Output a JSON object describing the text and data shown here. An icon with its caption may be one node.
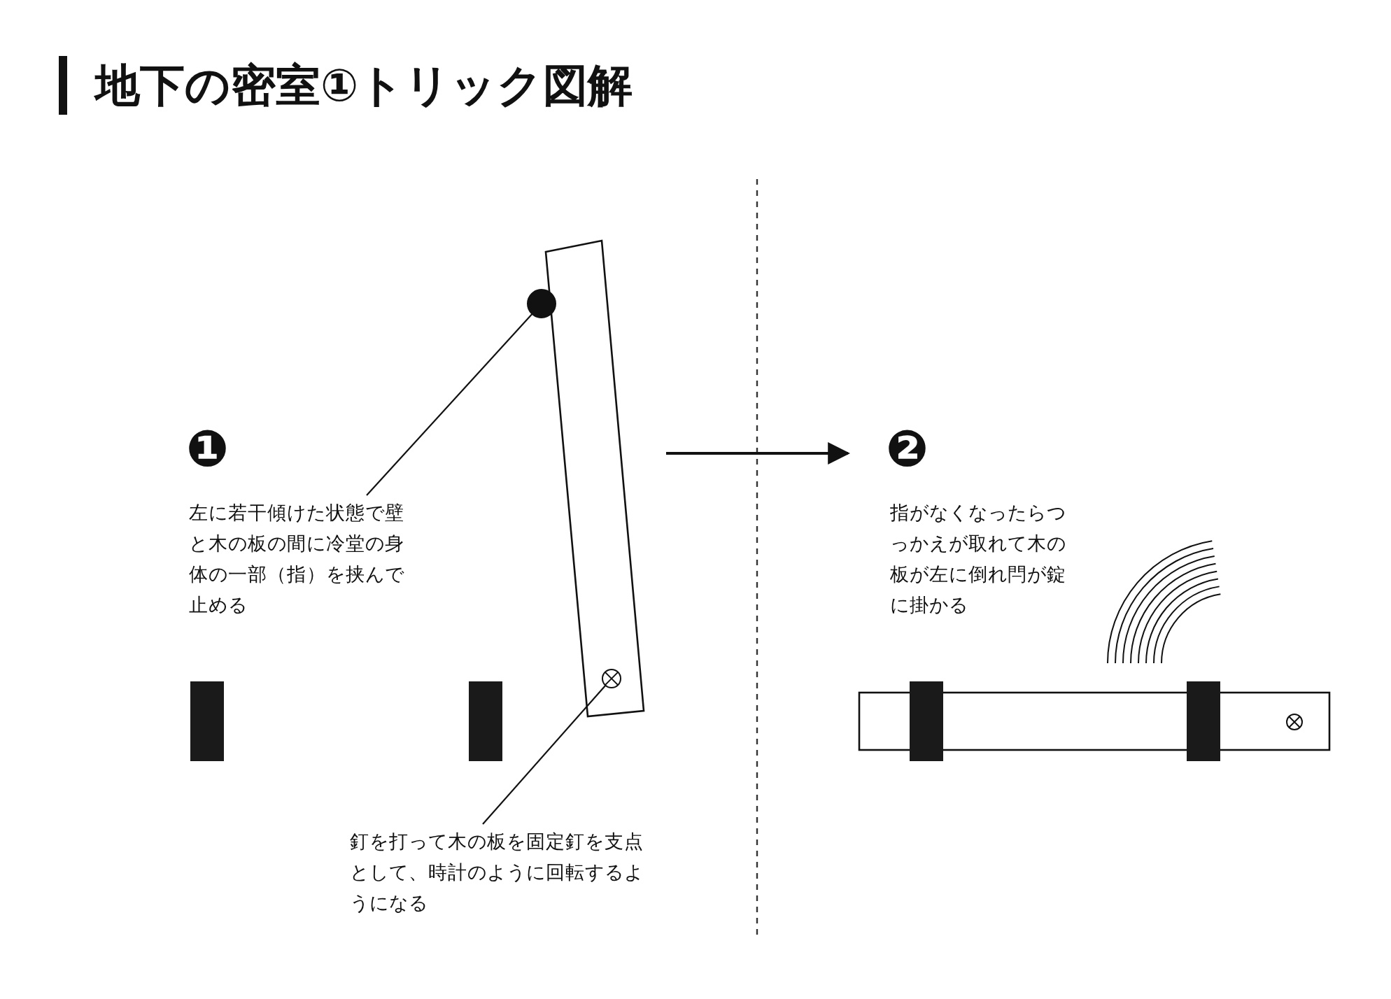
{
  "diagram": {
    "title": "地下の密室①トリック図解",
    "nodes": [
      {
        "text": [
          "左に若干傾けた状態で壁と木の板の間に冷堂の身体の一部（指）を挟んで止める"
        ]
      },
      {
        "text": [],
        "shape": "circle"
      },
      {
        "text": [
          "釘を打って木の板を固定釘を支点として、時計のように回転するようになる"
        ]
      },
      {
        "text": [],
        "shape": "circle"
      }
    ],
    "edges": [
      {
        "from": 0,
        "to": 1,
        "arrow": "none"
      },
      {
        "from": 2,
        "to": 3,
        "arrow": "none"
      }
    ],
    "labels": [
      "❶",
      "❷",
      "指がなくなったらつっかえが取れて木の板が左に倒れ閂が錠に掛かる"
    ]
  }
}
